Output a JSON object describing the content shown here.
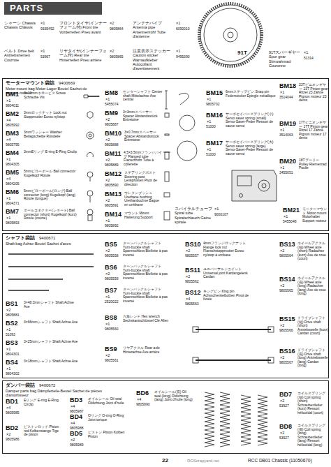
{
  "diagram": {
    "nodes": [
      {
        "text": [
          "PARTS"
        ]
      },
      {
        "text": [
          "モーターマウント袋詰",
          "9400669",
          "Motor mount bag Motor-Lager Beutel Sachet de support-moteur"
        ]
      },
      {
        "text": [
          "シャフト袋詰",
          "9400671",
          "Shaft bag Achse-Beutel Sachet d'axes"
        ]
      },
      {
        "text": [
          "ダンパー袋詰",
          "9400672",
          "Damper parts bag Dämpferteile-Beutel Sachet de pièces d'amortisseur"
        ]
      }
    ],
    "labels": [
      "シャーシ Chassis Chassis Châssis",
      "×1",
      "9335492",
      "フロントタイヤ(インナーフォーム付) Front tire Vorderreifen Pneu avant",
      "×2",
      "9805864",
      "アンテナパイプ Antenna pipe Antennenrohr Tube d'antenne",
      "×1",
      "6090010",
      "ベルト Drive belt Antriebsriemen Courroie",
      "×1",
      "53967",
      "リヤタイヤ(インナーフォーム付) Rear tire Hinterreifen Pneu arrière",
      "×2",
      "9805865",
      "注意表示ステッカー Caution sticker Warnaufkleber Autocollant d'avertissement",
      "×1",
      "9495390",
      "91Tスパーギヤー Spur gear Stirnzahnrad Couronne",
      "×1",
      "51314",
      "91T",
      "BM1",
      "×1",
      "9804011",
      "3×10mmホロービス Screw Schraube Vis",
      "BM2",
      "×4",
      "9805992",
      "3mmロックナット Lock nut Stoppmutter Ecrou nylstop",
      "BM3",
      "×4",
      "9805795",
      "3mmワッシャー Washer Beilagscheibe Rondelle",
      "BM4",
      "×1",
      "9804305",
      "3mmEリング E-ring E-Ring Circlip",
      "BM5",
      "×4",
      "9804205",
      "5mmピローボール Ball connector Kugelkopf Rotule",
      "BM6",
      "×1",
      "9804371",
      "5mmピローボール(ロング) Ball connector (long) Kugelkopf (lang) Rotule (longue)",
      "BM7",
      "×1",
      "9805893",
      "ボールコネクター(ショート) Ball connector (short) Kugelkopf (kurz) Rotule (courte)",
      "BM8",
      "×1",
      "5455074",
      "センターシャフト Center shaft Mittelachse Axe central",
      "BM9",
      "×2",
      "9805887",
      "3×3mmスペーサー Spacer Abstandsstück Entretoise",
      "BM10",
      "×2",
      "9805888",
      "3×0.7mmスペーサー Spacer Abstandsstück Entretoise",
      "BM11",
      "×2",
      "9805889",
      "4.5×3.5mmフランジパイプ Flanged tube Flanschrohr Tube à collerette",
      "BM12",
      "×2",
      "9805890",
      "ステアリングポスト Steering post Lenkpfosten Pivot de direction",
      "BM13",
      "×2",
      "9805891",
      "ウレタンブッシュ Urethane bushing Urethanbuchse Bague en uréthane",
      "BM14",
      "×1",
      "9805892",
      "マウント Mount Halterung Support",
      "BM15",
      "×1",
      "9805702",
      "6mmステップピン Snap pin Federstecker Epingle métallique",
      "BM16",
      "×1",
      "51000",
      "サーボセイバースプリング(小) Servo saver spring (small) Servo-Saver-Feder Ressort de sauve-servo",
      "BM17",
      "×1",
      "51000",
      "サーボセイバースプリング(大) Servo saver spring (large) Servo-Saver-Feder Ressort de sauve-servo",
      "BM18",
      "×1",
      "3514044",
      "23Tピニオンギヤー 23T Pinion gear Ritzel 23 Zähne Pignon moteur 23 dents",
      "BM19",
      "×1",
      "3514063",
      "17Tピニオンギヤー 17T Pinion gear Ritzel 17 Zähne Pignon moteur 17 dents",
      "BM20",
      "×1",
      "3455051",
      "18Tプーリー Pulley Riemenrad Poulie",
      "BM21",
      "×1",
      "5455048",
      "モーターマウント Motor mount Motorhalter Support moteur",
      "スパイラルチューブ Spiral tube Spiralschlauch Gaine spirale",
      "×1",
      "9000107",
      "BS1",
      "×2",
      "9805881",
      "3×48.3mmシャフト Shaft Achse Axe",
      "BS2",
      "×1",
      "51093",
      "3×66mmシャフト Shaft Achse Axe",
      "BS3",
      "×1",
      "9804301",
      "3×25mmシャフト Shaft Achse Axe",
      "BS4",
      "×1",
      "9804302",
      "3×18mmシャフト Shaft Achse Axe",
      "BS5",
      "×2",
      "9805558",
      "ターンバックルシャフト Turn-buckle shaft Spannschloss Biellette à pas inversé",
      "BS6",
      "×2",
      "9805559",
      "ターンバックルシャフト Turn-buckle shaft Spannschloss Biellette à pas inversé",
      "BS7",
      "×1",
      "2520022",
      "ターンバックルシャフト Turn-buckle shaft Spannschloss Biellette à pas inversé",
      "BS8",
      "×1",
      "9805560",
      "六角レンチ Hex wrench Sechskantschlüssel Clé Allen",
      "BS9",
      "×2",
      "9805561",
      "リヤアクスル Rear axle Hinterachse Axe arrière",
      "BS10",
      "×2",
      "9805557",
      "4mmフランジロックナット Flange lock nut Flanschstoppmutter Ecrou nylstop à embase",
      "BS11",
      "×2",
      "9805562",
      "ユニバーサルジョイント Universal joint Kardangelenk Cardan",
      "BS12",
      "×4",
      "9805563",
      "キングピン King pin Achsschenkelbolzen Pivot de fusée",
      "BS13",
      "×2",
      "9805564",
      "ホイールアクスル(短) Wheel axle (short) Radachse (kurz) Axe de roue (court)",
      "BS14",
      "×2",
      "9805565",
      "ホイールアクスル(長) Wheel axle (long) Radachse (lang) Axe de roue (long)",
      "BS15",
      "×2",
      "9805566",
      "ドライブシャフト(短) Drive shaft (short) Antriebswelle (kurz) Cardan (court)",
      "BS16",
      "×2",
      "9805567",
      "ドライブシャフト(長) Drive shaft (long) Antriebswelle (lang) Cardan (long)",
      "BD1",
      "×4",
      "9805985",
      "Eリング E-ring E-Ring Circlip",
      "BD2",
      "×2",
      "9805986",
      "ピストンロッド Piston rod Kolbenstange Tige de piston",
      "BD3",
      "×4",
      "9805987",
      "オイルシール Oil seal Öldichtung Joint d'huile",
      "BD4",
      "×4",
      "9805988",
      "Oリング O-ring O-Ring Joint torique",
      "BD5",
      "×2",
      "9805989",
      "ピストン Piston Kolben Piston",
      "BD6",
      "×4",
      "9805990",
      "オイルシール(長) Oil seal (long) Öldichtung (lang) Joint d'huile (long)",
      "BD7",
      "×2",
      "53927",
      "コイルスプリング(短) Coil spring (short) Schraubenfeder (kurz) Ressort hélicoïdal (court)",
      "BD8",
      "×2",
      "53927",
      "コイルスプリング(長) Coil spring (long) Schraubenfeder (lang) Ressort hélicoïdal (long)",
      "22",
      "RCC DB01 Chassis (11050670)",
      "RCScrapyard.net"
    ]
  }
}
